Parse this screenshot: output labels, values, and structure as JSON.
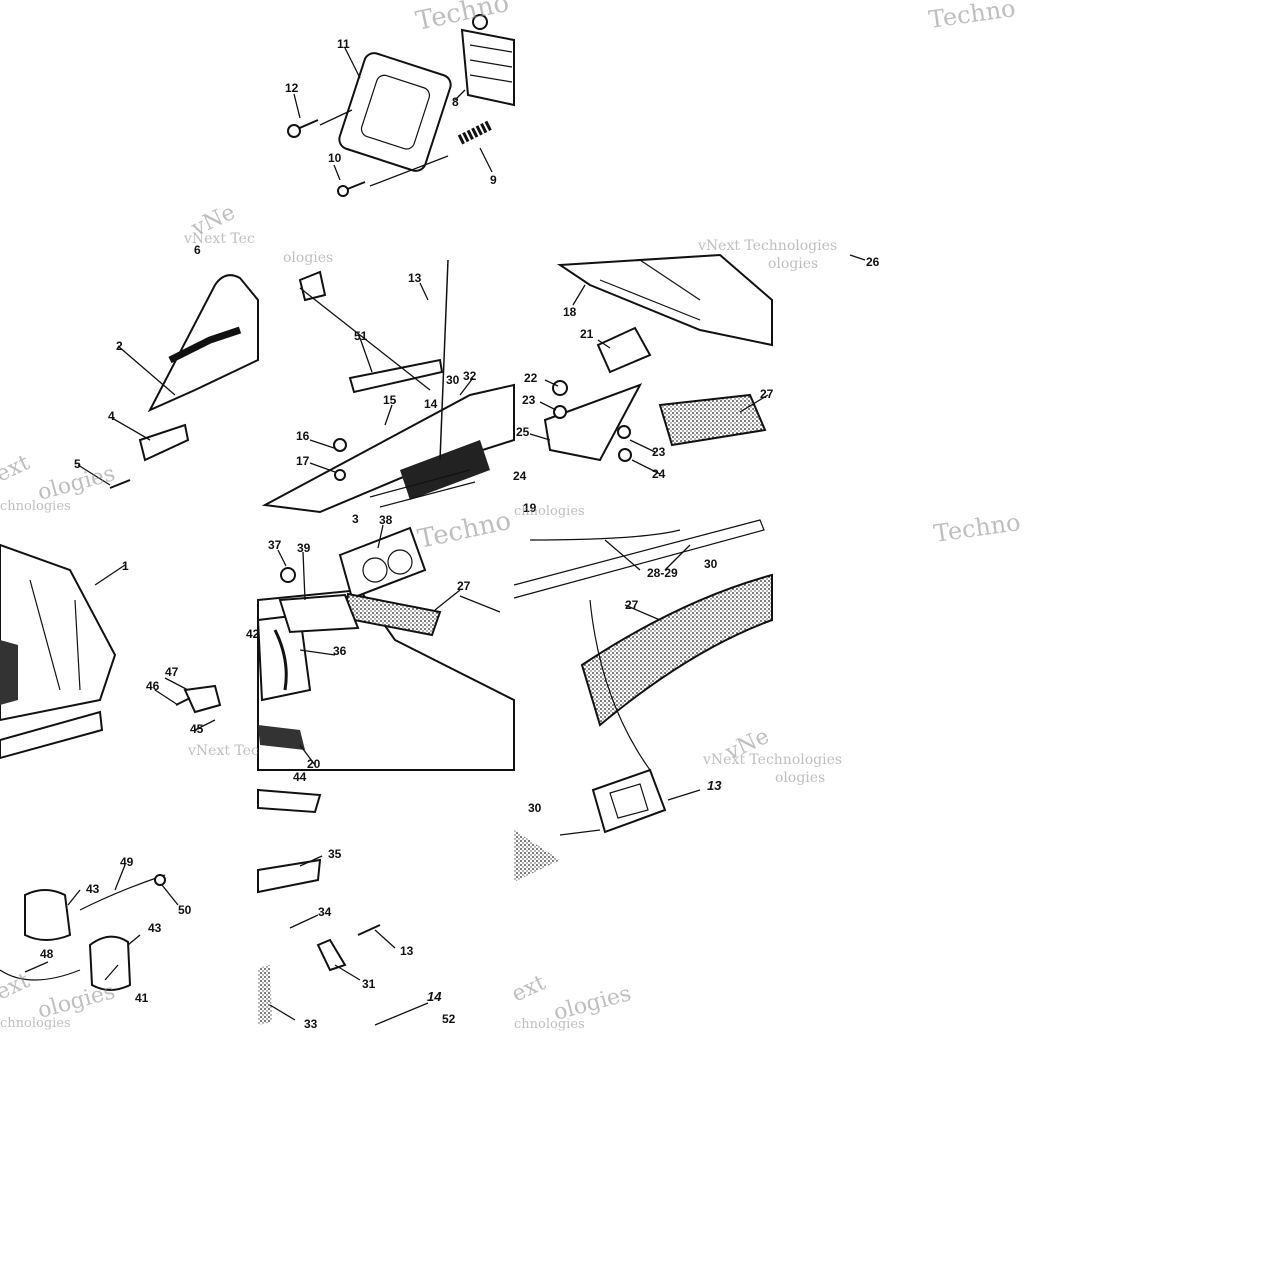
{
  "diagram": {
    "watermark_text": "vNext Technologies",
    "watermark_fragments": {
      "techn": "Techno",
      "vne": "vNe",
      "logies": "ologies",
      "chnologies": "chnologies",
      "ext": "ext",
      "vnext_tec": "vNext Tec"
    },
    "callouts": {
      "c1": "1",
      "c2": "2",
      "c3": "3",
      "c4": "4",
      "c5": "5",
      "c6": "6",
      "c8": "8",
      "c9": "9",
      "c10": "10",
      "c11": "11",
      "c12": "12",
      "c13a": "13",
      "c13b": "13",
      "c13c": "13",
      "c14a": "14",
      "c14b": "14",
      "c15": "15",
      "c16": "16",
      "c17": "17",
      "c18": "18",
      "c19": "19",
      "c20": "20",
      "c21": "21",
      "c22": "22",
      "c23a": "23",
      "c23b": "23",
      "c24a": "24",
      "c24b": "24",
      "c25": "25",
      "c26": "26",
      "c27a": "27",
      "c27b": "27",
      "c27c": "27",
      "c2829": "28-29",
      "c30a": "30",
      "c30b": "30",
      "c30c": "30",
      "c31": "31",
      "c32": "32",
      "c33": "33",
      "c34": "34",
      "c35": "35",
      "c36": "36",
      "c37": "37",
      "c38": "38",
      "c39": "39",
      "c41": "41",
      "c42": "42",
      "c43a": "43",
      "c43b": "43",
      "c44": "44",
      "c45": "45",
      "c46": "46",
      "c47": "47",
      "c48": "48",
      "c49": "49",
      "c50": "50",
      "c51": "51",
      "c52": "52"
    }
  }
}
